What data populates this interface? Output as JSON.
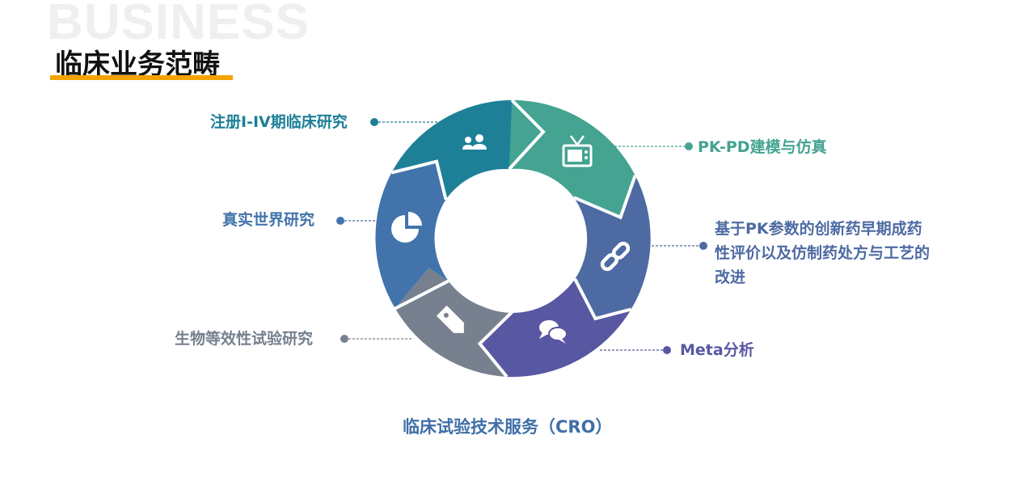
{
  "background_word": "BUSINESS",
  "title": "临床业务范畴",
  "center_caption": "临床试验技术服务（CRO）",
  "segments": [
    {
      "label": "注册I-IV期临床研究",
      "color": "#1d8097",
      "icon": "people-icon"
    },
    {
      "label": "PK-PD建模与仿真",
      "color": "#44a391",
      "icon": "tv-icon"
    },
    {
      "label": "基于PK参数的创新药早期成药性评价以及仿制药处方与工艺的改进",
      "color": "#4d6aa2",
      "icon": "link-icon"
    },
    {
      "label": "Meta分析",
      "color": "#5857a2",
      "icon": "chat-bubbles-icon"
    },
    {
      "label": "生物等效性试验研究",
      "color": "#77808f",
      "icon": "tag-icon"
    },
    {
      "label": "真实世界研究",
      "color": "#4274ab",
      "icon": "pie-chart-icon"
    }
  ]
}
